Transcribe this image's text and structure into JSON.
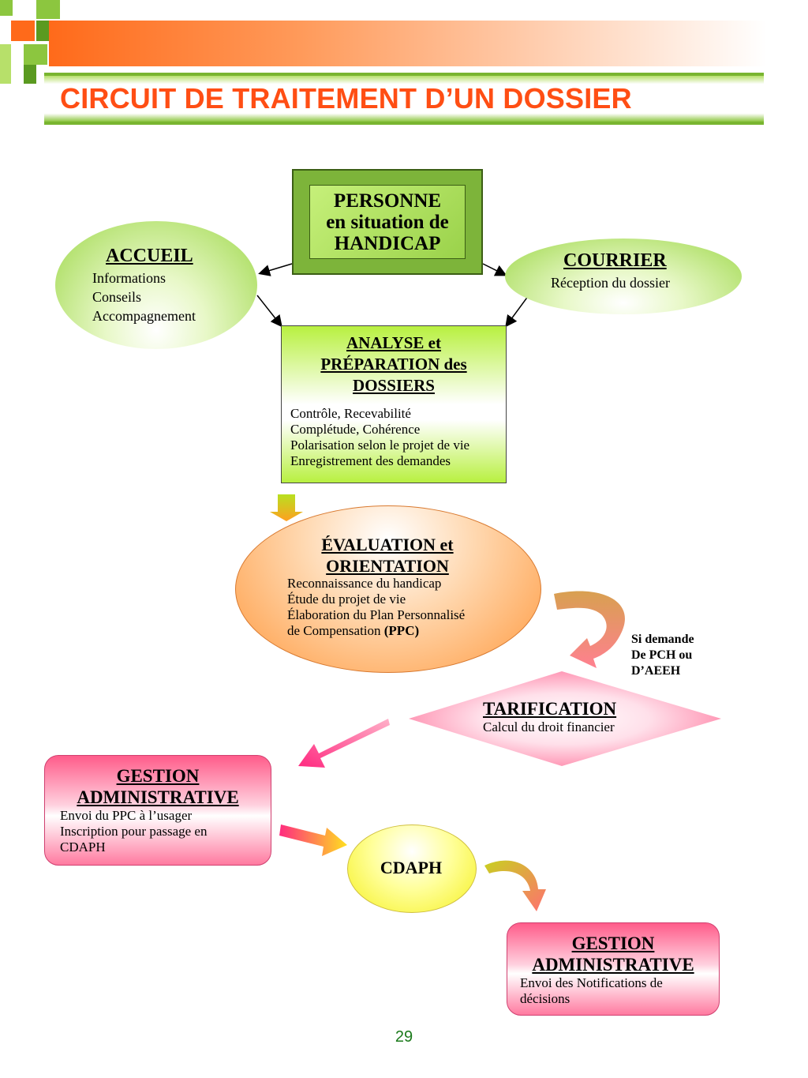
{
  "header": {
    "title": "CIRCUIT DE TRAITEMENT D’UN DOSSIER",
    "colors": {
      "orange_bar": "#ff6a1a",
      "green_bar": "#79b530",
      "title": "#ff4e14"
    }
  },
  "nodes": {
    "personne": {
      "lines": [
        "PERSONNE",
        "en situation de",
        "HANDICAP"
      ]
    },
    "accueil": {
      "title": "ACCUEIL",
      "lines": [
        "Informations",
        "Conseils",
        "Accompagnement"
      ]
    },
    "courrier": {
      "title": "COURRIER",
      "lines": [
        "Réception du dossier"
      ]
    },
    "analyse": {
      "title": [
        "ANALYSE et",
        "PRÉPARATION des",
        "DOSSIERS"
      ],
      "lines": [
        "Contrôle, Recevabilité",
        "Complétude, Cohérence",
        "Polarisation selon le projet de vie",
        "Enregistrement des demandes"
      ]
    },
    "evaluation": {
      "title": [
        "ÉVALUATION et",
        "ORIENTATION"
      ],
      "lines": [
        "Reconnaissance du handicap",
        "Étude du projet de vie",
        "Élaboration du Plan Personnalisé"
      ],
      "last_line_prefix": "de Compensation ",
      "last_line_bold": "(PPC)"
    },
    "si_demande": {
      "lines": [
        "Si demande",
        "De PCH ou",
        "D’AEEH"
      ]
    },
    "tarification": {
      "title": "TARIFICATION",
      "lines": [
        "Calcul du droit financier"
      ]
    },
    "gestion1": {
      "title": [
        "GESTION",
        "ADMINISTRATIVE"
      ],
      "lines": [
        "Envoi du PPC à l’usager",
        "Inscription pour passage en",
        "CDAPH"
      ]
    },
    "cdaph": {
      "title": "CDAPH"
    },
    "gestion2": {
      "title": [
        "GESTION",
        "ADMINISTRATIVE"
      ],
      "lines": [
        "Envoi des Notifications de",
        "décisions"
      ]
    }
  },
  "footer": {
    "page_number": "29"
  }
}
